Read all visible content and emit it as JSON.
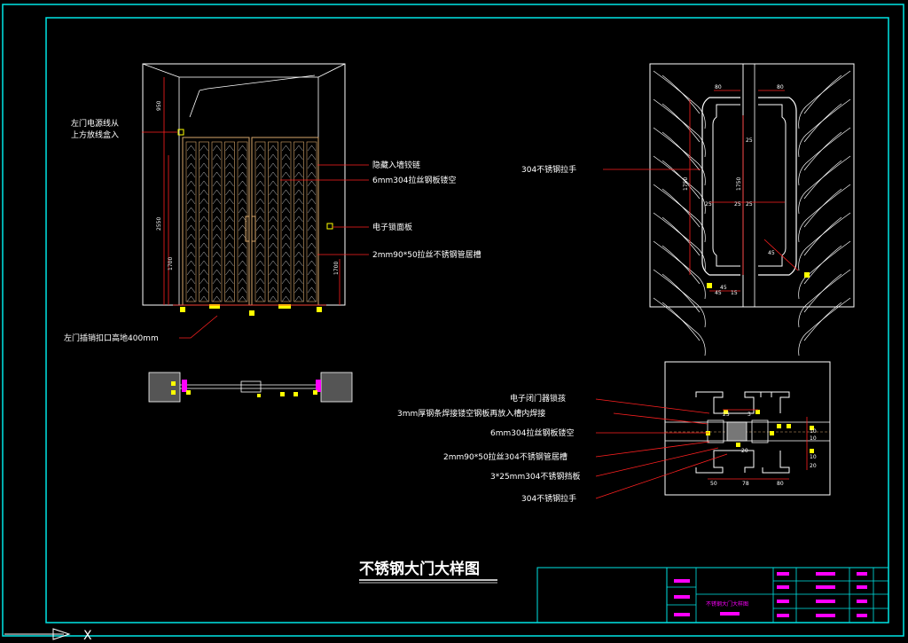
{
  "drawing": {
    "title": "不锈钢大门大样图",
    "title_block_text": "不锈钢大门大样图"
  },
  "colors": {
    "border": "#00e5e5",
    "outline": "#ffffff",
    "dimension": "#ff2020",
    "leader": "#ff2020",
    "marker": "#ffff00",
    "accent": "#ff00ff",
    "frame": "#d9a86c"
  },
  "elevation": {
    "left_labels": [
      "左门电源线从",
      "上方放线盒入",
      "左门插销扣口高地400mm"
    ],
    "right_labels": [
      "隐藏入墙铰链",
      "6mm304拉丝钢板镂空",
      "电子锁面板",
      "2mm90*50拉丝不锈钢管居槽"
    ],
    "dims": [
      "950",
      "2550",
      "1700",
      "1700"
    ]
  },
  "handle_detail": {
    "label": "304不锈钢拉手",
    "dims": [
      "80",
      "80",
      "25",
      "25",
      "1750",
      "1750",
      "25",
      "25",
      "45",
      "45",
      "15",
      "45"
    ]
  },
  "section_detail": {
    "labels": [
      "电子闭门器锁孩",
      "3mm厚钢条焊接镂空钢板再放入槽内焊接",
      "6mm304拉丝钢板镂空",
      "2mm90*50拉丝304不锈钢管居槽",
      "3*25mm304不锈钢挡板",
      "304不锈钢拉手"
    ],
    "dims": [
      "25",
      "3",
      "20",
      "50",
      "78",
      "80",
      "20",
      "10",
      "10",
      "10"
    ]
  },
  "ucs": {
    "x_label": "X"
  }
}
